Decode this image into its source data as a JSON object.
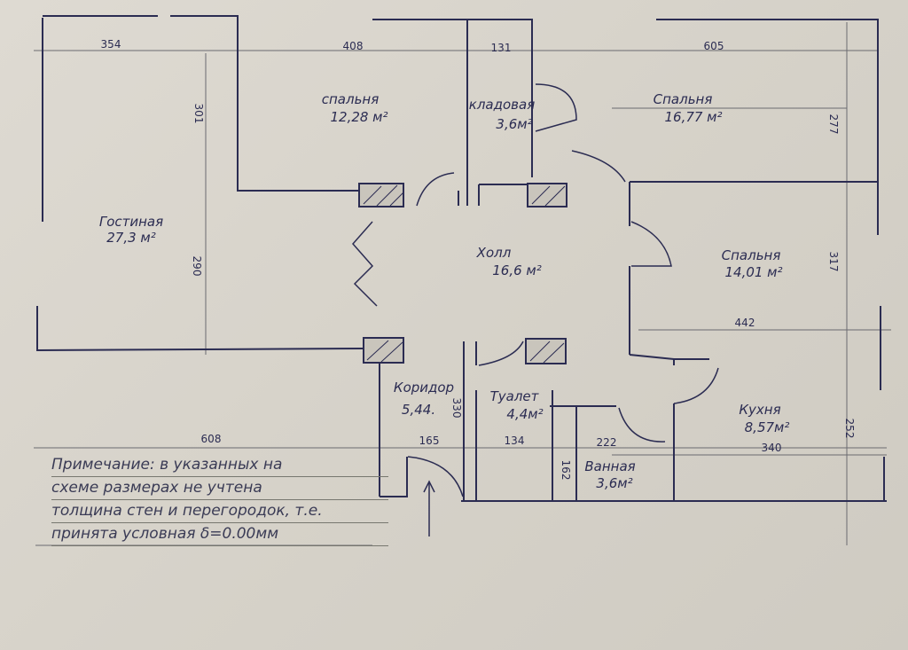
{
  "colors": {
    "paper": "#d9d5cc",
    "ink": "#2b2c52",
    "pencil": "#6a6a70"
  },
  "rooms": [
    {
      "id": "bedroom-1",
      "name": "спальня",
      "area": "12,28 м²"
    },
    {
      "id": "storage",
      "name": "кладовая",
      "area": "3,6м²"
    },
    {
      "id": "bedroom-2",
      "name": "Спальня",
      "area": "16,77 м²"
    },
    {
      "id": "living-room",
      "name": "Гостиная",
      "area": "27,3 м²"
    },
    {
      "id": "hall",
      "name": "Холл",
      "area": "16,6 м²"
    },
    {
      "id": "bedroom-3",
      "name": "Спальня",
      "area": "14,01 м²"
    },
    {
      "id": "corridor",
      "name": "Коридор",
      "area": "5,44."
    },
    {
      "id": "toilet",
      "name": "Туалет",
      "area": "4,4м²"
    },
    {
      "id": "kitchen",
      "name": "Кухня",
      "area": "8,57м²"
    },
    {
      "id": "bathroom",
      "name": "Ванная",
      "area": "3,6м²"
    }
  ],
  "dimensions": [
    "354",
    "408",
    "131",
    "605",
    "301",
    "290",
    "277",
    "317",
    "442",
    "608",
    "165",
    "330",
    "134",
    "222",
    "162",
    "340",
    "252"
  ],
  "note": [
    "Примечание: в указанных на",
    "схеме размерах не учтена",
    "толщина стен и перегородок, т.е.",
    "принята условная δ=0.00мм"
  ]
}
